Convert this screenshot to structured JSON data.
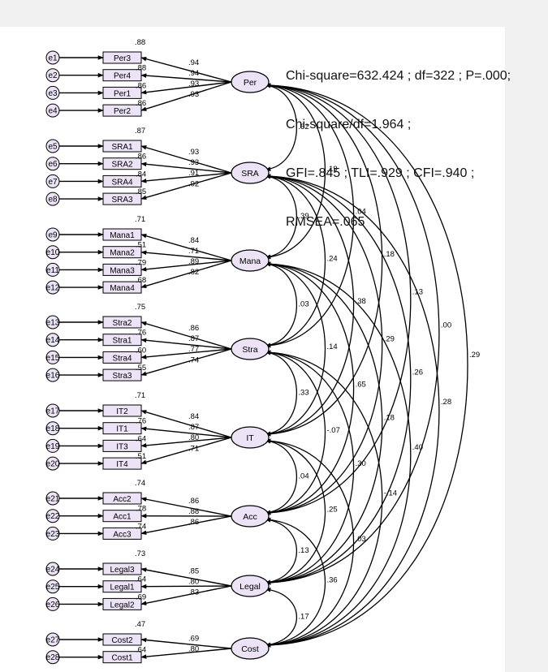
{
  "fit_stats": [
    "Chi-square=632.424 ; df=322 ; P=.000;",
    "Chi-square/df=1.964 ;",
    "GFI=.845 ; TLI=.929 ; CFI=.940 ;",
    "RMSEA=.065"
  ],
  "colors": {
    "fill": "#ece4f6",
    "line": "#000000"
  },
  "factors": [
    {
      "name": "Per",
      "items": [
        {
          "label": "Per3",
          "error": "e1",
          "r2": ".88",
          "loading": ".94"
        },
        {
          "label": "Per4",
          "error": "e2",
          "r2": ".88",
          "loading": ".94"
        },
        {
          "label": "Per1",
          "error": "e3",
          "r2": ".86",
          "loading": ".93"
        },
        {
          "label": "Per2",
          "error": "e4",
          "r2": ".86",
          "loading": ".93"
        }
      ]
    },
    {
      "name": "SRA",
      "items": [
        {
          "label": "SRA1",
          "error": "e5",
          "r2": ".87",
          "loading": ".93"
        },
        {
          "label": "SRA2",
          "error": "e6",
          "r2": ".86",
          "loading": ".93"
        },
        {
          "label": "SRA4",
          "error": "e7",
          "r2": ".84",
          "loading": ".91"
        },
        {
          "label": "SRA3",
          "error": "e8",
          "r2": ".85",
          "loading": ".92"
        }
      ]
    },
    {
      "name": "Mana",
      "items": [
        {
          "label": "Mana1",
          "error": "e9",
          "r2": ".71",
          "loading": ".84"
        },
        {
          "label": "Mana2",
          "error": "e10",
          "r2": ".51",
          "loading": ".71"
        },
        {
          "label": "Mana3",
          "error": "e11",
          "r2": ".79",
          "loading": ".89"
        },
        {
          "label": "Mana4",
          "error": "e12",
          "r2": ".68",
          "loading": ".82"
        }
      ]
    },
    {
      "name": "Stra",
      "items": [
        {
          "label": "Stra2",
          "error": "e13",
          "r2": ".75",
          "loading": ".86"
        },
        {
          "label": "Stra1",
          "error": "e14",
          "r2": ".76",
          "loading": ".87"
        },
        {
          "label": "Stra4",
          "error": "e15",
          "r2": ".60",
          "loading": ".77"
        },
        {
          "label": "Stra3",
          "error": "e16",
          "r2": ".55",
          "loading": ".74"
        }
      ]
    },
    {
      "name": "IT",
      "items": [
        {
          "label": "IT2",
          "error": "e17",
          "r2": ".71",
          "loading": ".84"
        },
        {
          "label": "IT1",
          "error": "e18",
          "r2": ".76",
          "loading": ".87"
        },
        {
          "label": "IT3",
          "error": "e19",
          "r2": ".64",
          "loading": ".80"
        },
        {
          "label": "IT4",
          "error": "e20",
          "r2": ".51",
          "loading": ".71"
        }
      ]
    },
    {
      "name": "Acc",
      "items": [
        {
          "label": "Acc2",
          "error": "e21",
          "r2": ".74",
          "loading": ".86"
        },
        {
          "label": "Acc1",
          "error": "e22",
          "r2": ".78",
          "loading": ".88"
        },
        {
          "label": "Acc3",
          "error": "e23",
          "r2": ".74",
          "loading": ".86"
        }
      ]
    },
    {
      "name": "Legal",
      "items": [
        {
          "label": "Legal3",
          "error": "e24",
          "r2": ".73",
          "loading": ".85"
        },
        {
          "label": "Legal1",
          "error": "e25",
          "r2": ".64",
          "loading": ".80"
        },
        {
          "label": "Legal2",
          "error": "e26",
          "r2": ".69",
          "loading": ".83"
        }
      ]
    },
    {
      "name": "Cost",
      "items": [
        {
          "label": "Cost2",
          "error": "e27",
          "r2": ".47",
          "loading": ".69"
        },
        {
          "label": "Cost1",
          "error": "e28",
          "r2": ".64",
          "loading": ".80"
        }
      ]
    }
  ],
  "correlations": [
    {
      "from": "Per",
      "to": "SRA",
      "value": ".62"
    },
    {
      "from": "Per",
      "to": "Mana",
      "value": ".19"
    },
    {
      "from": "Per",
      "to": "Stra",
      "value": ".04"
    },
    {
      "from": "Per",
      "to": "IT",
      "value": ".18"
    },
    {
      "from": "Per",
      "to": "Acc",
      "value": ".13"
    },
    {
      "from": "Per",
      "to": "Legal",
      "value": ".00"
    },
    {
      "from": "Per",
      "to": "Cost",
      "value": ".29"
    },
    {
      "from": "SRA",
      "to": "Mana",
      "value": ".39"
    },
    {
      "from": "SRA",
      "to": "Stra",
      "value": ".24"
    },
    {
      "from": "SRA",
      "to": "IT",
      "value": ".38"
    },
    {
      "from": "SRA",
      "to": "Acc",
      "value": ".29"
    },
    {
      "from": "SRA",
      "to": "Legal",
      "value": ".26"
    },
    {
      "from": "SRA",
      "to": "Cost",
      "value": ".28"
    },
    {
      "from": "Mana",
      "to": "Stra",
      "value": ".03"
    },
    {
      "from": "Mana",
      "to": "IT",
      "value": ".14"
    },
    {
      "from": "Mana",
      "to": "Acc",
      "value": ".65"
    },
    {
      "from": "Mana",
      "to": "Legal",
      "value": ".18"
    },
    {
      "from": "Mana",
      "to": "Cost",
      "value": ".40"
    },
    {
      "from": "Stra",
      "to": "IT",
      "value": ".33"
    },
    {
      "from": "Stra",
      "to": "Acc",
      "value": "-.07"
    },
    {
      "from": "Stra",
      "to": "Legal",
      "value": ".30"
    },
    {
      "from": "Stra",
      "to": "Cost",
      "value": "-.14"
    },
    {
      "from": "IT",
      "to": "Acc",
      "value": ".04"
    },
    {
      "from": "IT",
      "to": "Legal",
      "value": ".25"
    },
    {
      "from": "IT",
      "to": "Cost",
      "value": ".03"
    },
    {
      "from": "Acc",
      "to": "Legal",
      "value": ".13"
    },
    {
      "from": "Acc",
      "to": "Cost",
      "value": ".36"
    },
    {
      "from": "Legal",
      "to": "Cost",
      "value": ".17"
    }
  ]
}
